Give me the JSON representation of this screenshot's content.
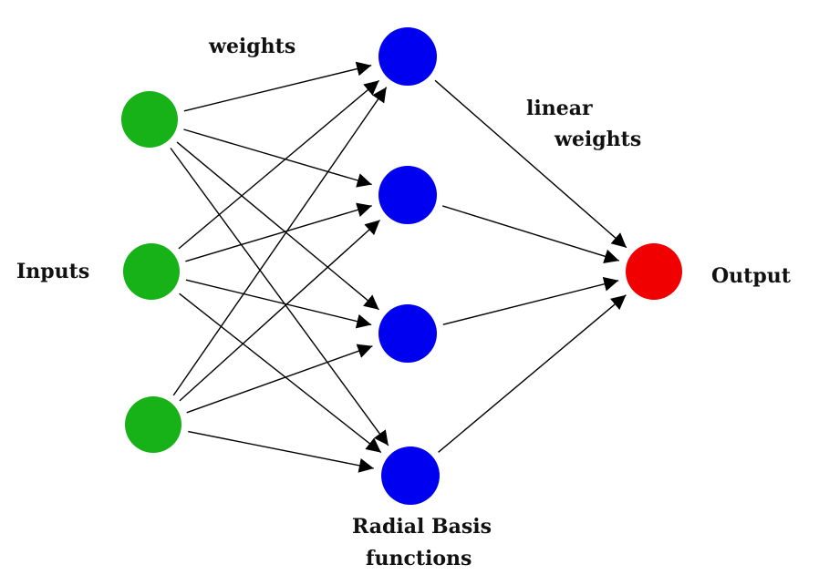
{
  "labels": {
    "weights": "weights",
    "linear_line1": "linear",
    "linear_line2": "weights",
    "inputs": "Inputs",
    "output": "Output",
    "rbf_line1": "Radial Basis",
    "rbf_line2": "functions"
  },
  "colors": {
    "input_node": "#17b217",
    "rbf_node": "#0000f0",
    "output_node": "#f00000",
    "edge": "#000000"
  },
  "layers": {
    "input_count": 3,
    "rbf_count": 4,
    "output_count": 1
  }
}
